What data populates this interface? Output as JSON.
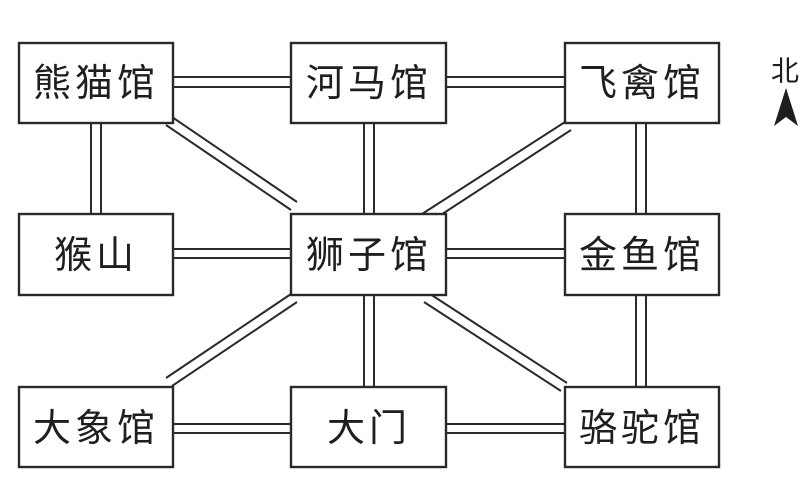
{
  "diagram": {
    "venues": {
      "panda": "熊猫馆",
      "hippo": "河马馆",
      "bird": "飞禽馆",
      "monkey": "猴山",
      "lion": "狮子馆",
      "fish": "金鱼馆",
      "elephant": "大象馆",
      "gate": "大门",
      "camel": "骆驼馆"
    },
    "compass": {
      "label": "北",
      "icon": "north-arrow-icon"
    },
    "colors": {
      "line": "#2a2a2a",
      "text": "#1e1e1e",
      "background": "#ffffff"
    }
  }
}
